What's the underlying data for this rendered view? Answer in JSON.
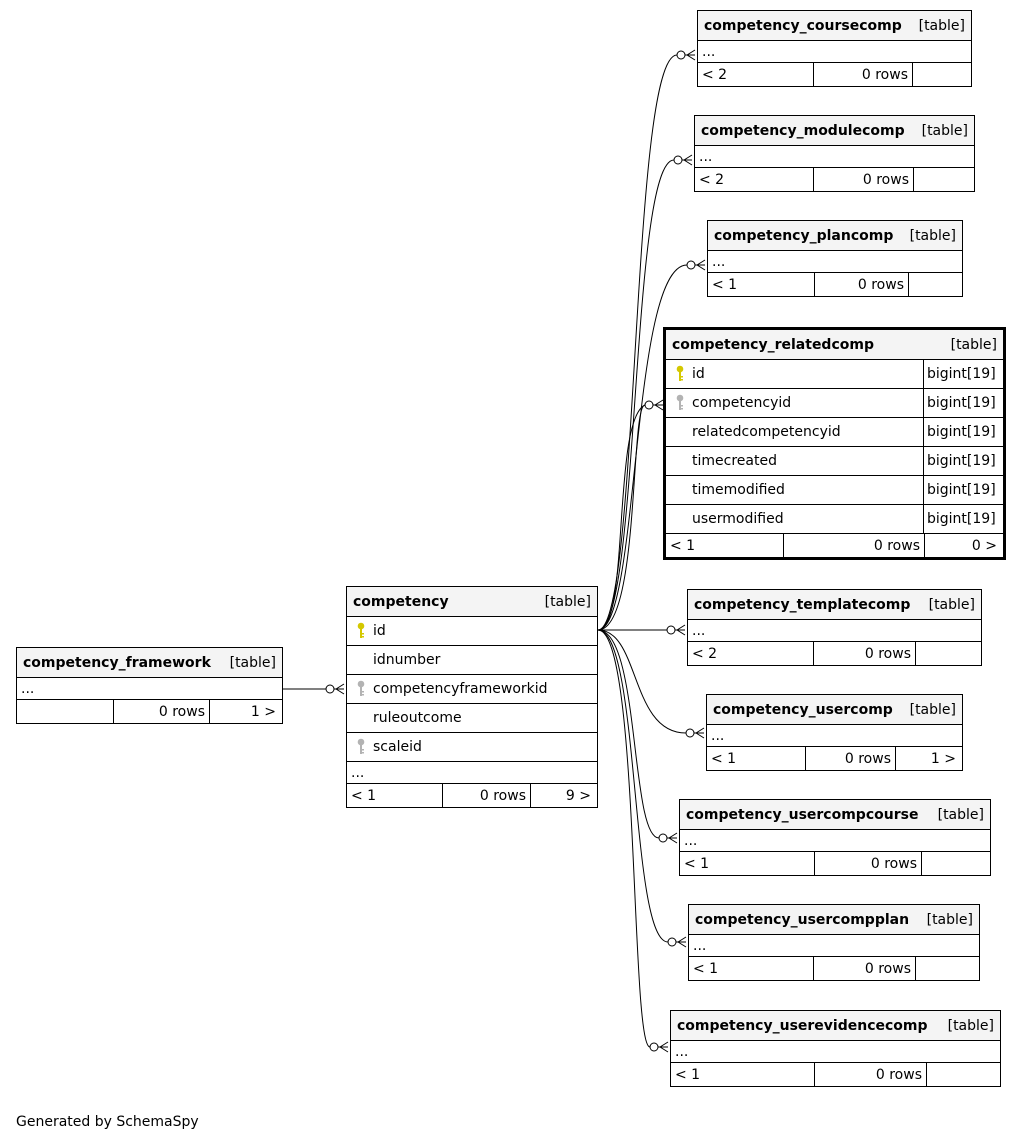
{
  "colors": {
    "primary_key": "#d4c800",
    "foreign_key": "#b3b3b3",
    "header_bg": "#f4f4f4",
    "line": "#000000"
  },
  "tables": {
    "coursecomp": {
      "name": "competency_coursecomp",
      "kind": "[table]",
      "ellipsis": "...",
      "parents": "< 2",
      "rows": "0 rows",
      "children": ""
    },
    "modulecomp": {
      "name": "competency_modulecomp",
      "kind": "[table]",
      "ellipsis": "...",
      "parents": "< 2",
      "rows": "0 rows",
      "children": ""
    },
    "plancomp": {
      "name": "competency_plancomp",
      "kind": "[table]",
      "ellipsis": "...",
      "parents": "< 1",
      "rows": "0 rows",
      "children": ""
    },
    "relatedcomp": {
      "name": "competency_relatedcomp",
      "kind": "[table]",
      "columns": [
        {
          "name": "id",
          "type": "bigint[19]",
          "key": "primary-key"
        },
        {
          "name": "competencyid",
          "type": "bigint[19]",
          "key": "foreign-key"
        },
        {
          "name": "relatedcompetencyid",
          "type": "bigint[19]",
          "key": ""
        },
        {
          "name": "timecreated",
          "type": "bigint[19]",
          "key": ""
        },
        {
          "name": "timemodified",
          "type": "bigint[19]",
          "key": ""
        },
        {
          "name": "usermodified",
          "type": "bigint[19]",
          "key": ""
        }
      ],
      "parents": "< 1",
      "rows": "0 rows",
      "children": "0 >"
    },
    "templatecomp": {
      "name": "competency_templatecomp",
      "kind": "[table]",
      "ellipsis": "...",
      "parents": "< 2",
      "rows": "0 rows",
      "children": ""
    },
    "usercomp": {
      "name": "competency_usercomp",
      "kind": "[table]",
      "ellipsis": "...",
      "parents": "< 1",
      "rows": "0 rows",
      "children": "1 >"
    },
    "usercompcourse": {
      "name": "competency_usercompcourse",
      "kind": "[table]",
      "ellipsis": "...",
      "parents": "< 1",
      "rows": "0 rows",
      "children": ""
    },
    "usercompplan": {
      "name": "competency_usercompplan",
      "kind": "[table]",
      "ellipsis": "...",
      "parents": "< 1",
      "rows": "0 rows",
      "children": ""
    },
    "userevidencecomp": {
      "name": "competency_userevidencecomp",
      "kind": "[table]",
      "ellipsis": "...",
      "parents": "< 1",
      "rows": "0 rows",
      "children": ""
    },
    "competency": {
      "name": "competency",
      "kind": "[table]",
      "columns": [
        {
          "name": "id",
          "key": "primary-key"
        },
        {
          "name": "idnumber",
          "key": ""
        },
        {
          "name": "competencyframeworkid",
          "key": "foreign-key"
        },
        {
          "name": "ruleoutcome",
          "key": ""
        },
        {
          "name": "scaleid",
          "key": "foreign-key"
        }
      ],
      "ellipsis": "...",
      "parents": "< 1",
      "rows": "0 rows",
      "children": "9 >"
    },
    "framework": {
      "name": "competency_framework",
      "kind": "[table]",
      "ellipsis": "...",
      "parents": "",
      "rows": "0 rows",
      "children": "1 >"
    }
  },
  "footer": "Generated by SchemaSpy"
}
